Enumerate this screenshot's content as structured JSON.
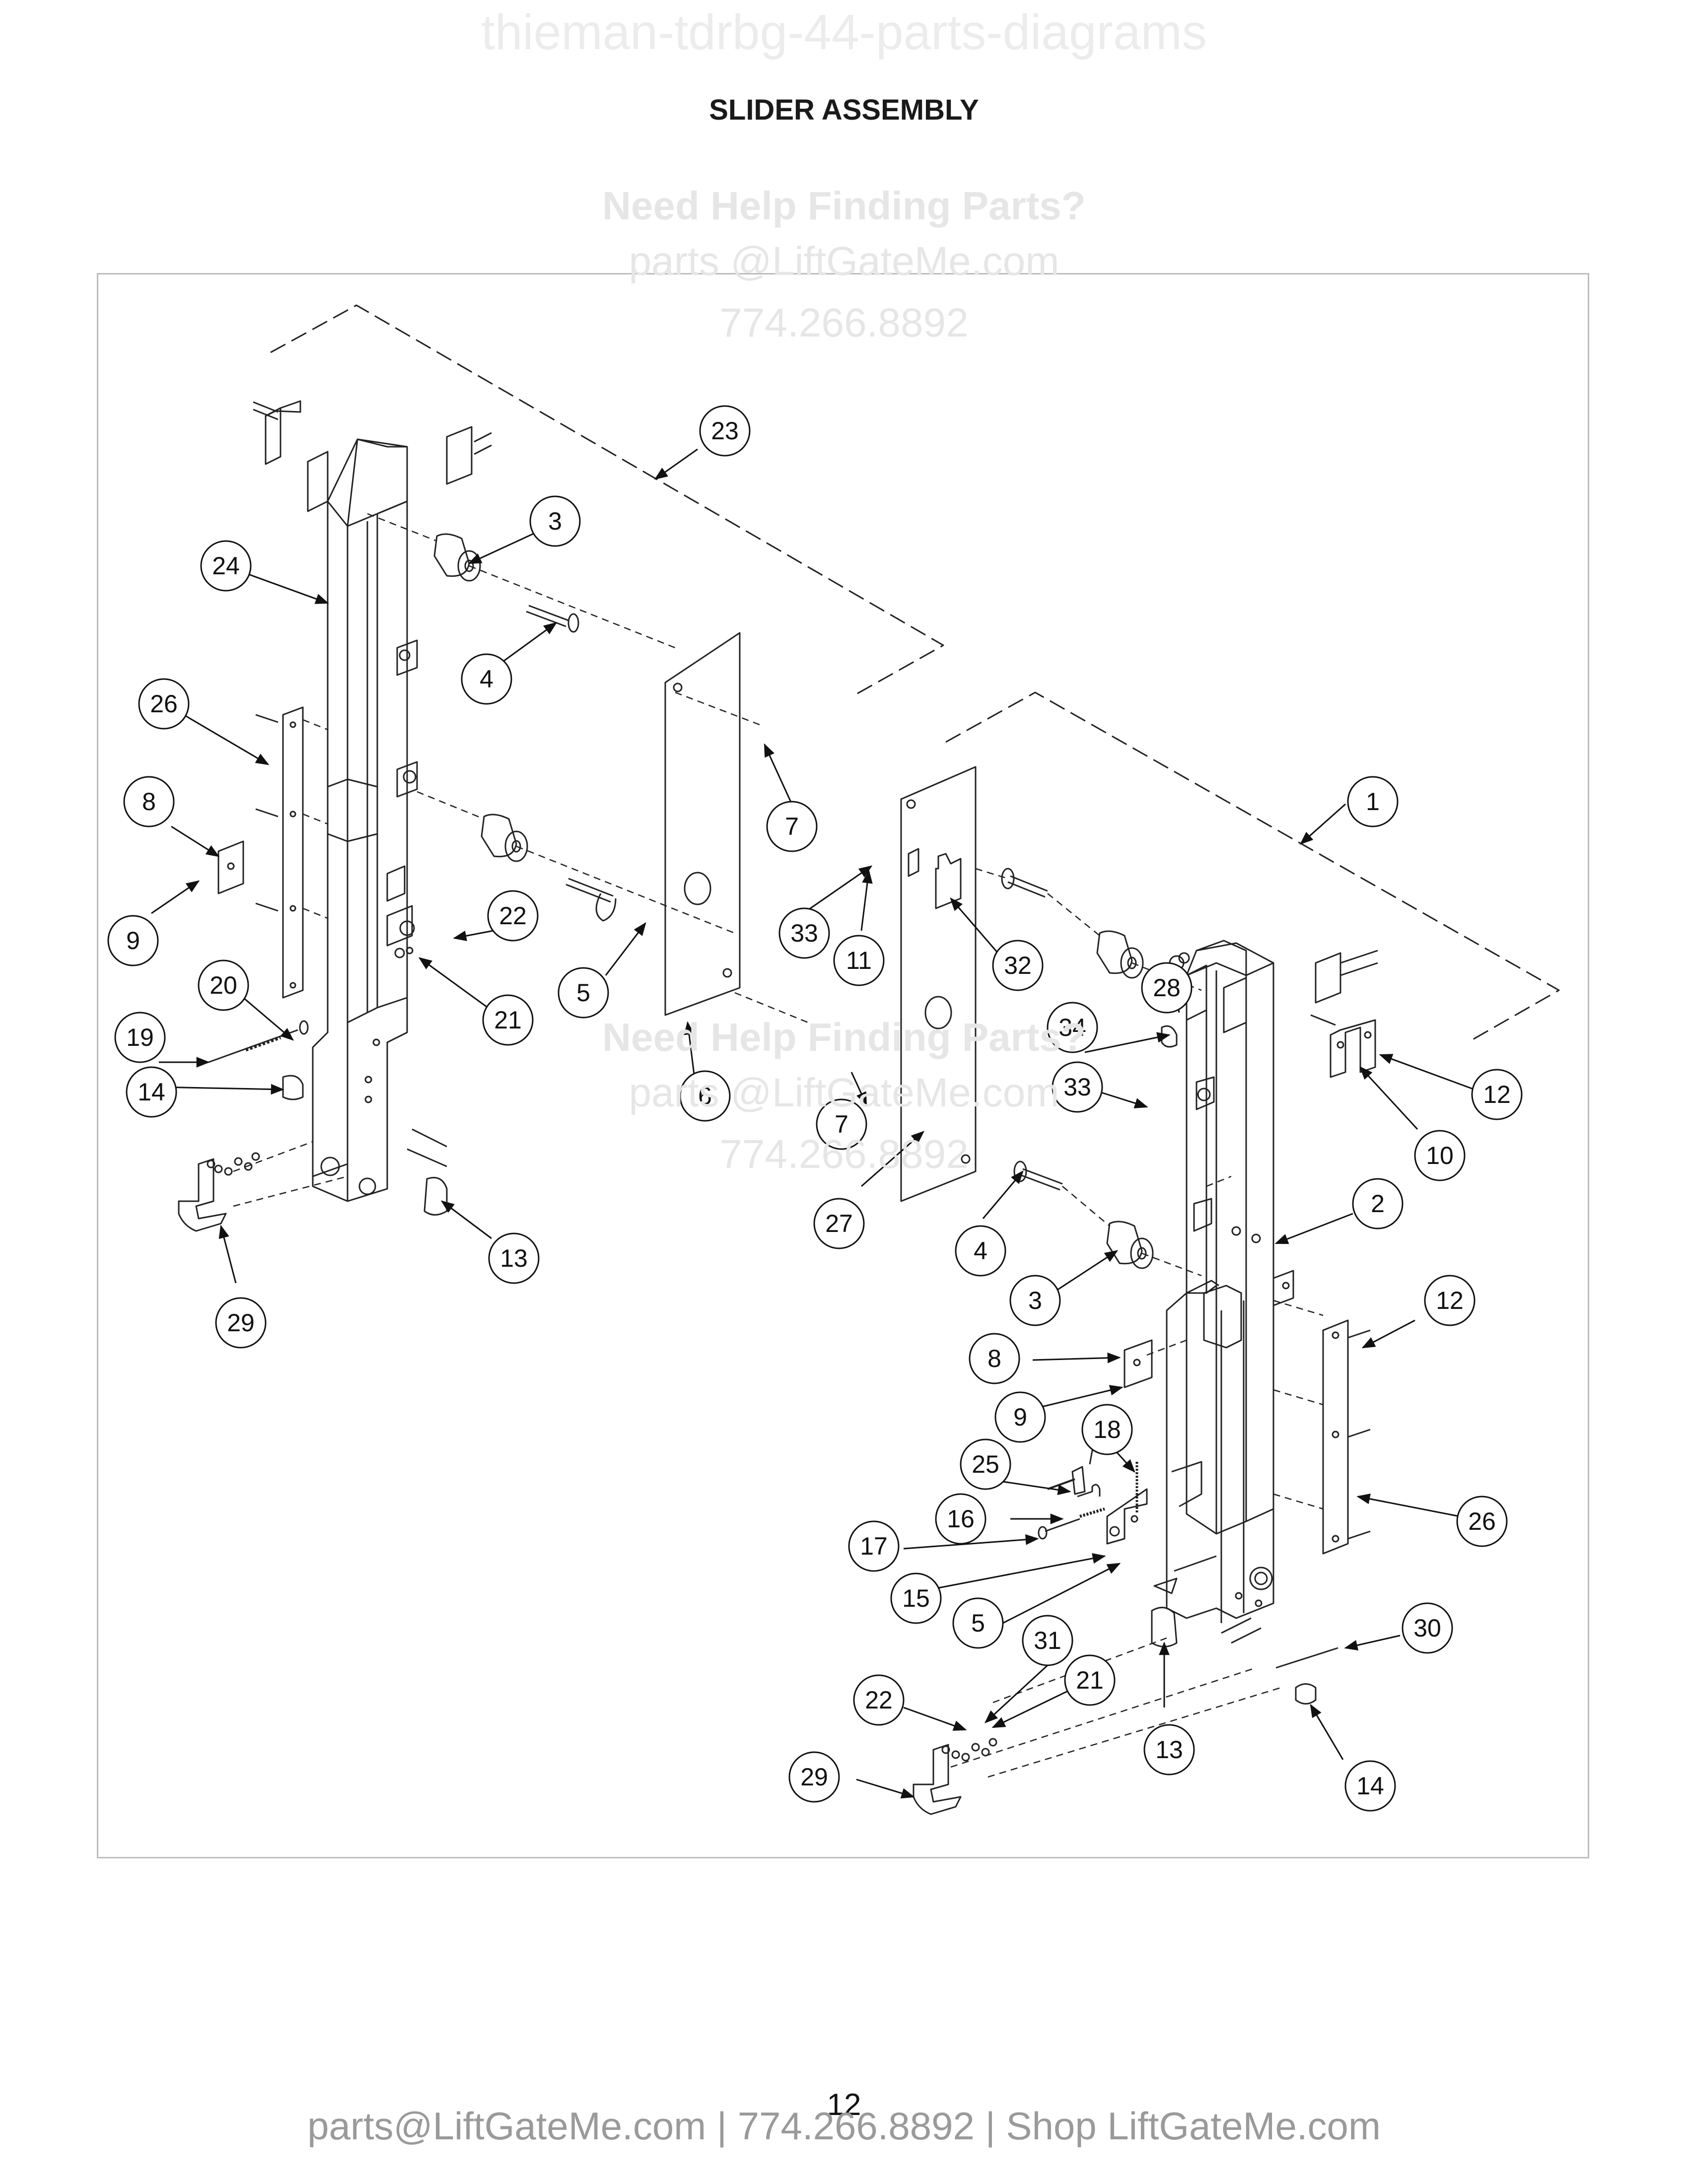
{
  "document": {
    "header_watermark": "thieman-tdrbg-44-parts-diagrams",
    "title": "SLIDER ASSEMBLY",
    "help": {
      "heading": "Need Help Finding Parts?",
      "email": "parts @LiftGateMe.com",
      "phone": "774.266.8892"
    },
    "page_number": "12",
    "footer": "parts@LiftGateMe.com | 774.266.8892 | Shop LiftGateMe.com"
  },
  "callouts": [
    {
      "id": "c23a",
      "label": "23"
    },
    {
      "id": "c3a",
      "label": "3"
    },
    {
      "id": "c24",
      "label": "24"
    },
    {
      "id": "c4a",
      "label": "4"
    },
    {
      "id": "c26a",
      "label": "26"
    },
    {
      "id": "c7a",
      "label": "7"
    },
    {
      "id": "c8a",
      "label": "8"
    },
    {
      "id": "c9a",
      "label": "9"
    },
    {
      "id": "c22a",
      "label": "22"
    },
    {
      "id": "c20",
      "label": "20"
    },
    {
      "id": "c5a",
      "label": "5"
    },
    {
      "id": "c21a",
      "label": "21"
    },
    {
      "id": "c19",
      "label": "19"
    },
    {
      "id": "c14a",
      "label": "14"
    },
    {
      "id": "c6",
      "label": "6"
    },
    {
      "id": "c13a",
      "label": "13"
    },
    {
      "id": "c29a",
      "label": "29"
    },
    {
      "id": "c1",
      "label": "1"
    },
    {
      "id": "c33a",
      "label": "33"
    },
    {
      "id": "c11",
      "label": "11"
    },
    {
      "id": "c32",
      "label": "32"
    },
    {
      "id": "c28",
      "label": "28"
    },
    {
      "id": "c34",
      "label": "34"
    },
    {
      "id": "c33b",
      "label": "33"
    },
    {
      "id": "c12a",
      "label": "12"
    },
    {
      "id": "c10",
      "label": "10"
    },
    {
      "id": "c7b",
      "label": "7"
    },
    {
      "id": "c27",
      "label": "27"
    },
    {
      "id": "c4b",
      "label": "4"
    },
    {
      "id": "c2",
      "label": "2"
    },
    {
      "id": "c3b",
      "label": "3"
    },
    {
      "id": "c12b",
      "label": "12"
    },
    {
      "id": "c8b",
      "label": "8"
    },
    {
      "id": "c9b",
      "label": "9"
    },
    {
      "id": "c18",
      "label": "18"
    },
    {
      "id": "c25",
      "label": "25"
    },
    {
      "id": "c16",
      "label": "16"
    },
    {
      "id": "c26b",
      "label": "26"
    },
    {
      "id": "c17",
      "label": "17"
    },
    {
      "id": "c15",
      "label": "15"
    },
    {
      "id": "c5b",
      "label": "5"
    },
    {
      "id": "c30",
      "label": "30"
    },
    {
      "id": "c31",
      "label": "31"
    },
    {
      "id": "c21b",
      "label": "21"
    },
    {
      "id": "c22b",
      "label": "22"
    },
    {
      "id": "c13b",
      "label": "13"
    },
    {
      "id": "c29b",
      "label": "29"
    },
    {
      "id": "c14b",
      "label": "14"
    }
  ]
}
